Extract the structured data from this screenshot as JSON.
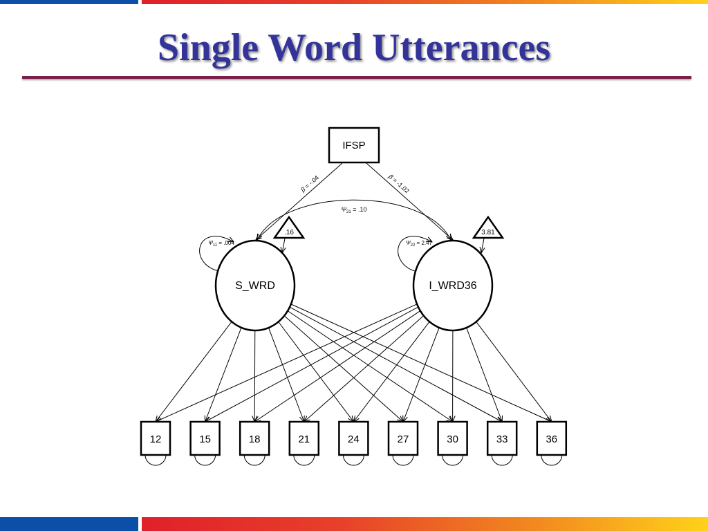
{
  "slide": {
    "title": "Single Word Utterances"
  },
  "diagram": {
    "predictor": "IFSP",
    "latents": [
      {
        "id": "s",
        "label": "S_WRD",
        "variance": "= .004",
        "intercept": ".16",
        "beta": "= -.04"
      },
      {
        "id": "i",
        "label": "I_WRD36",
        "variance": "= 2.47",
        "intercept": "3.81",
        "beta": "= -1.02"
      }
    ],
    "covariance": "= .10",
    "indicators": [
      "12",
      "15",
      "18",
      "21",
      "24",
      "27",
      "30",
      "33",
      "36"
    ],
    "symbols": {
      "psi": "Ψ",
      "beta": "β"
    },
    "subscripts": {
      "psi11": "11",
      "psi22": "22",
      "psi21": "21"
    },
    "colors": {
      "title": "#33339a",
      "rule": "#7a2048",
      "bar_blue": "#0b4fa8",
      "bar_red": "#e0202a",
      "bar_yellow": "#ffd21a"
    }
  }
}
